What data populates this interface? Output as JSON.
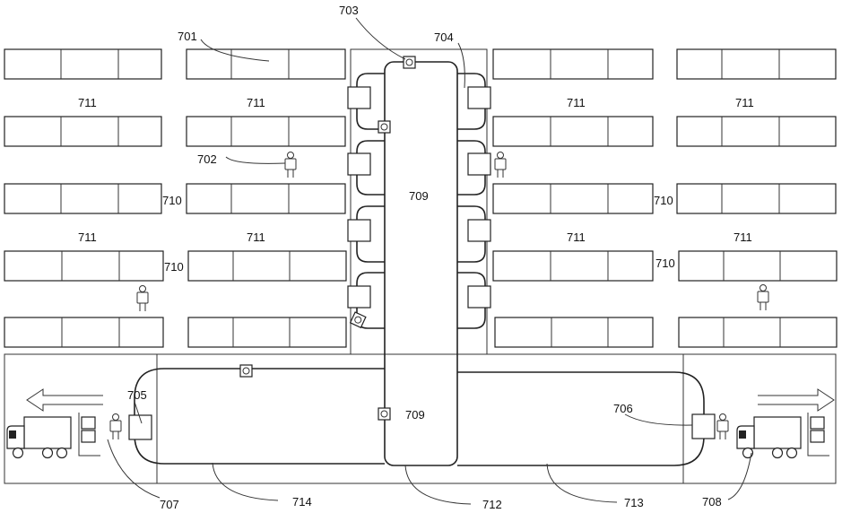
{
  "labels": {
    "shelf_unit": "701",
    "person": "702",
    "robot": "703",
    "workstation": "704",
    "dock_left": "705",
    "dock_right": "706",
    "truck_left": "707",
    "truck_right": "708",
    "main_lane_top": "709",
    "main_lane_bottom": "709",
    "aisle": "710",
    "shelf_group": "711",
    "center_loop": "712",
    "right_loop": "713",
    "left_loop": "714"
  },
  "arrows": {
    "left": "outbound-left-arrow",
    "right": "outbound-right-arrow"
  },
  "colors": {
    "line": "#222222",
    "background": "#ffffff"
  }
}
